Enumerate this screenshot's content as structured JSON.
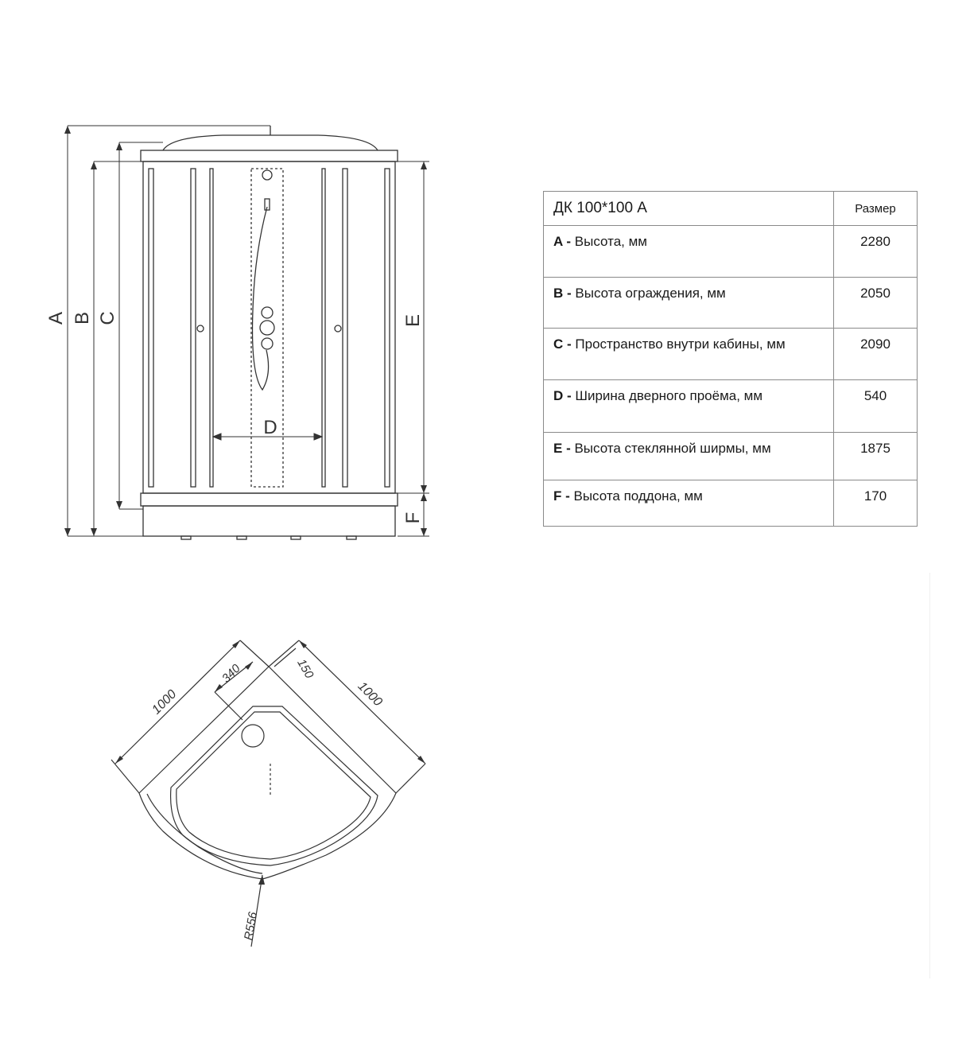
{
  "front_view": {
    "dim_labels": {
      "a": "A",
      "b": "B",
      "c": "C",
      "d": "D",
      "e": "E",
      "f": "F"
    }
  },
  "table": {
    "model": "ДК 100*100 А",
    "size_header": "Размер",
    "rows": [
      {
        "key": "A",
        "desc": "Высота, мм",
        "value": "2280"
      },
      {
        "key": "B",
        "desc": "Высота ограждения, мм",
        "value": "2050"
      },
      {
        "key": "C",
        "desc": "Пространство внутри кабины, мм",
        "value": "2090"
      },
      {
        "key": "D",
        "desc": "Ширина дверного проёма, мм",
        "value": "540"
      },
      {
        "key": "E",
        "desc": "Высота стеклянной ширмы, мм",
        "value": "1875"
      },
      {
        "key": "F",
        "desc": "Высота поддона, мм",
        "value": "170"
      }
    ],
    "separator": " - "
  },
  "top_view": {
    "dims": {
      "side_left": "1000",
      "side_right": "1000",
      "drain_offset": "340",
      "corner_offset": "150",
      "radius": "R556"
    }
  }
}
